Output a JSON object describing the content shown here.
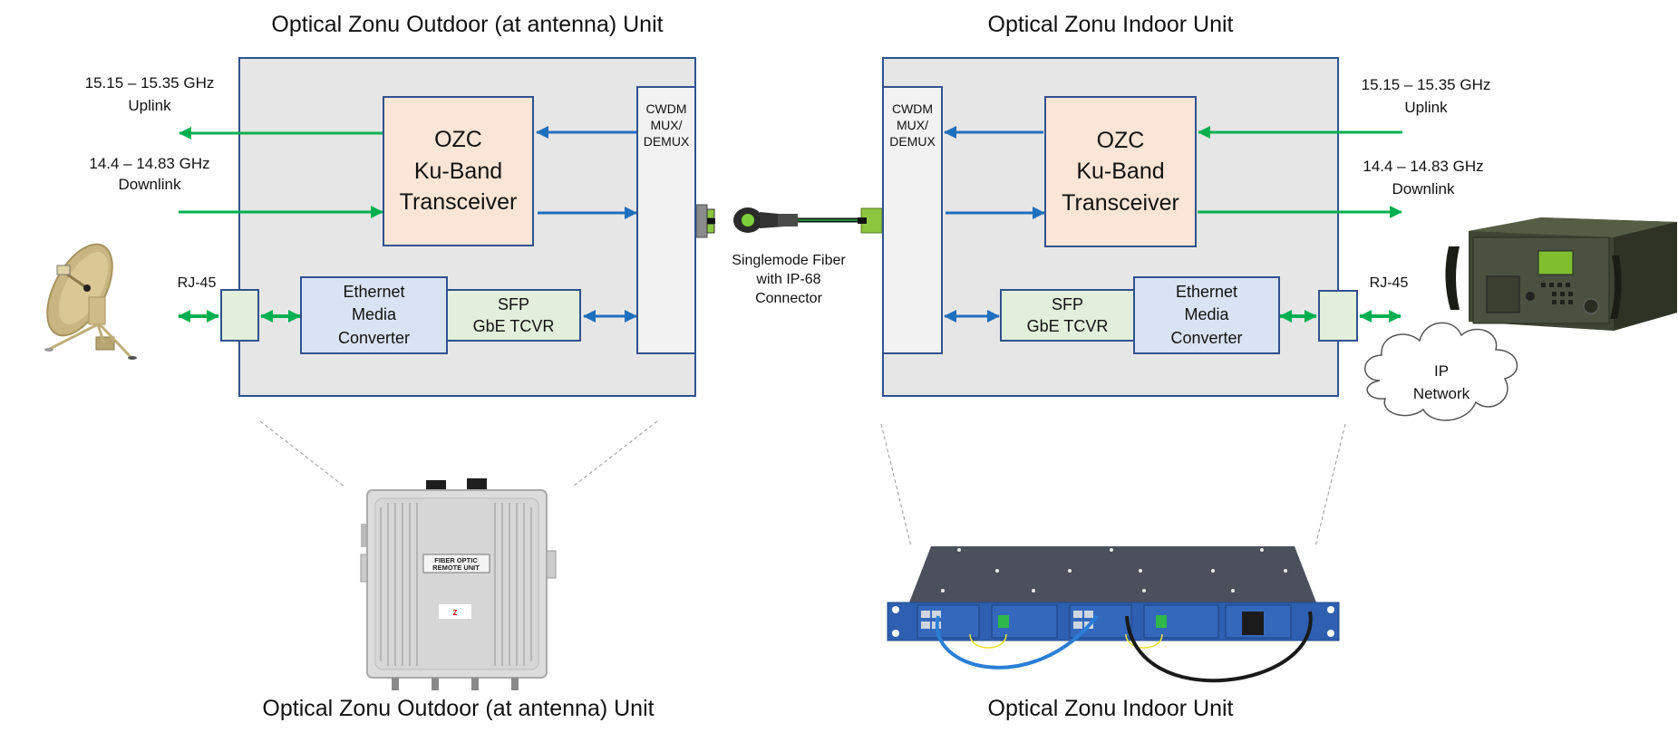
{
  "colors": {
    "rf_arrow": "#00b050",
    "optical_arrow": "#1f6fbf",
    "box_border": "#2f528f",
    "unit_fill": "#e7e6e6",
    "transceiver_fill": "#fbe5d6",
    "media_converter_fill": "#dae3f3",
    "sfp_fill": "#e2efda",
    "mux_fill": "#f2f2f2"
  },
  "outdoor": {
    "title": "Optical Zonu Outdoor (at antenna) Unit",
    "caption": "Optical Zonu Outdoor (at antenna) Unit",
    "uplink_freq": "15.15 – 15.35 GHz",
    "uplink_label": "Uplink",
    "downlink_freq": "14.4 – 14.83 GHz",
    "downlink_label": "Downlink",
    "rj45_label": "RJ-45",
    "transceiver": "OZC\nKu-Band\nTransceiver",
    "media_converter": "Ethernet\nMedia\nConverter",
    "sfp": "SFP\nGbE TCVR",
    "mux": "CWDM\nMUX/\nDEMUX",
    "photo_label_line1": "FIBER OPTIC",
    "photo_label_line2": "REMOTE UNIT",
    "antenna": "satellite-dish-antenna"
  },
  "indoor": {
    "title": "Optical Zonu Indoor Unit",
    "caption": "Optical Zonu Indoor Unit",
    "uplink_freq": "15.15 – 15.35 GHz",
    "uplink_label": "Uplink",
    "downlink_freq": "14.4 – 14.83 GHz",
    "downlink_label": "Downlink",
    "rj45_label": "RJ-45",
    "transceiver": "OZC\nKu-Band\nTransceiver",
    "media_converter": "Ethernet\nMedia\nConverter",
    "sfp": "SFP\nGbE TCVR",
    "mux": "CWDM\nMUX/\nDEMUX",
    "terminal": "satellite-modem-terminal"
  },
  "link": {
    "fiber_label": "Singlemode Fiber\nwith IP-68\nConnector"
  },
  "network": {
    "cloud_label": "IP\nNetwork"
  }
}
